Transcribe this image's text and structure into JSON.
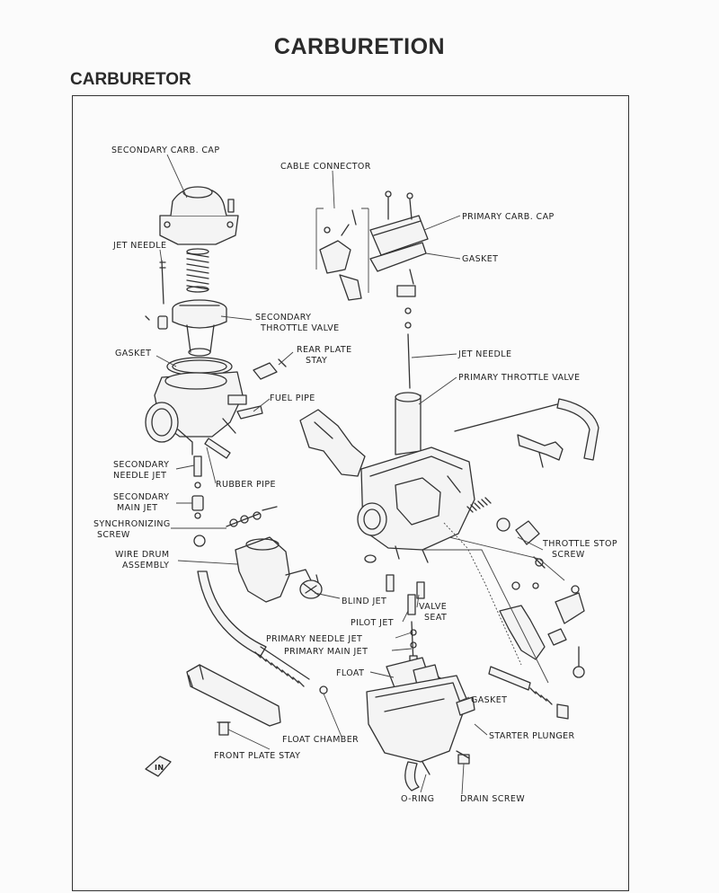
{
  "page_title": "CARBURETION",
  "section_title": "CARBURETOR",
  "labels": {
    "secondary_carb_cap": "SECONDARY CARB. CAP",
    "cable_connector": "CABLE CONNECTOR",
    "primary_carb_cap": "PRIMARY CARB. CAP",
    "jet_needle_left": "JET NEEDLE",
    "gasket_top": "GASKET",
    "secondary_throttle_valve_1": "SECONDARY",
    "secondary_throttle_valve_2": "THROTTLE VALVE",
    "gasket_left": "GASKET",
    "rear_plate_stay_1": "REAR PLATE",
    "rear_plate_stay_2": "STAY",
    "jet_needle_right": "JET NEEDLE",
    "primary_throttle_valve": "PRIMARY THROTTLE VALVE",
    "fuel_pipe": "FUEL PIPE",
    "secondary_needle_jet_1": "SECONDARY",
    "secondary_needle_jet_2": "NEEDLE JET",
    "rubber_pipe": "RUBBER PIPE",
    "secondary_main_jet_1": "SECONDARY",
    "secondary_main_jet_2": "MAIN JET",
    "synchronizing_screw_1": "SYNCHRONIZING",
    "synchronizing_screw_2": "SCREW",
    "throttle_stop_screw_1": "THROTTLE STOP",
    "throttle_stop_screw_2": "SCREW",
    "wire_drum_assembly_1": "WIRE DRUM",
    "wire_drum_assembly_2": "ASSEMBLY",
    "blind_jet": "BLIND JET",
    "valve_seat_1": "VALVE",
    "valve_seat_2": "SEAT",
    "pilot_jet": "PILOT JET",
    "primary_needle_jet": "PRIMARY NEEDLE JET",
    "primary_main_jet": "PRIMARY MAIN JET",
    "float": "FLOAT",
    "gasket_bottom": "GASKET",
    "starter_plunger": "STARTER PLUNGER",
    "float_chamber": "FLOAT CHAMBER",
    "front_plate_stay": "FRONT PLATE STAY",
    "o_ring": "O-RING",
    "drain_screw": "DRAIN SCREW",
    "in_arrow": "IN"
  }
}
